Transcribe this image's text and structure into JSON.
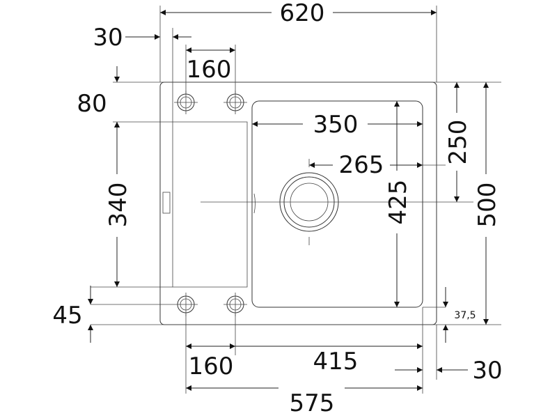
{
  "drawing": {
    "dimensions": {
      "overall_width": "620",
      "left_offset": "30",
      "tap_spacing_top": "160",
      "top_strip": "80",
      "drainer_length": "340",
      "bottom_strip": "45",
      "bowl_width": "350",
      "waste_offset": "265",
      "overall_depth": "500",
      "bowl_top_offset": "250",
      "bowl_depth": "425",
      "bowl_bottom_offset": "37,5",
      "tap_spacing_bottom": "160",
      "bowl_span": "415",
      "right_offset": "30",
      "bottom_span": "575"
    }
  }
}
